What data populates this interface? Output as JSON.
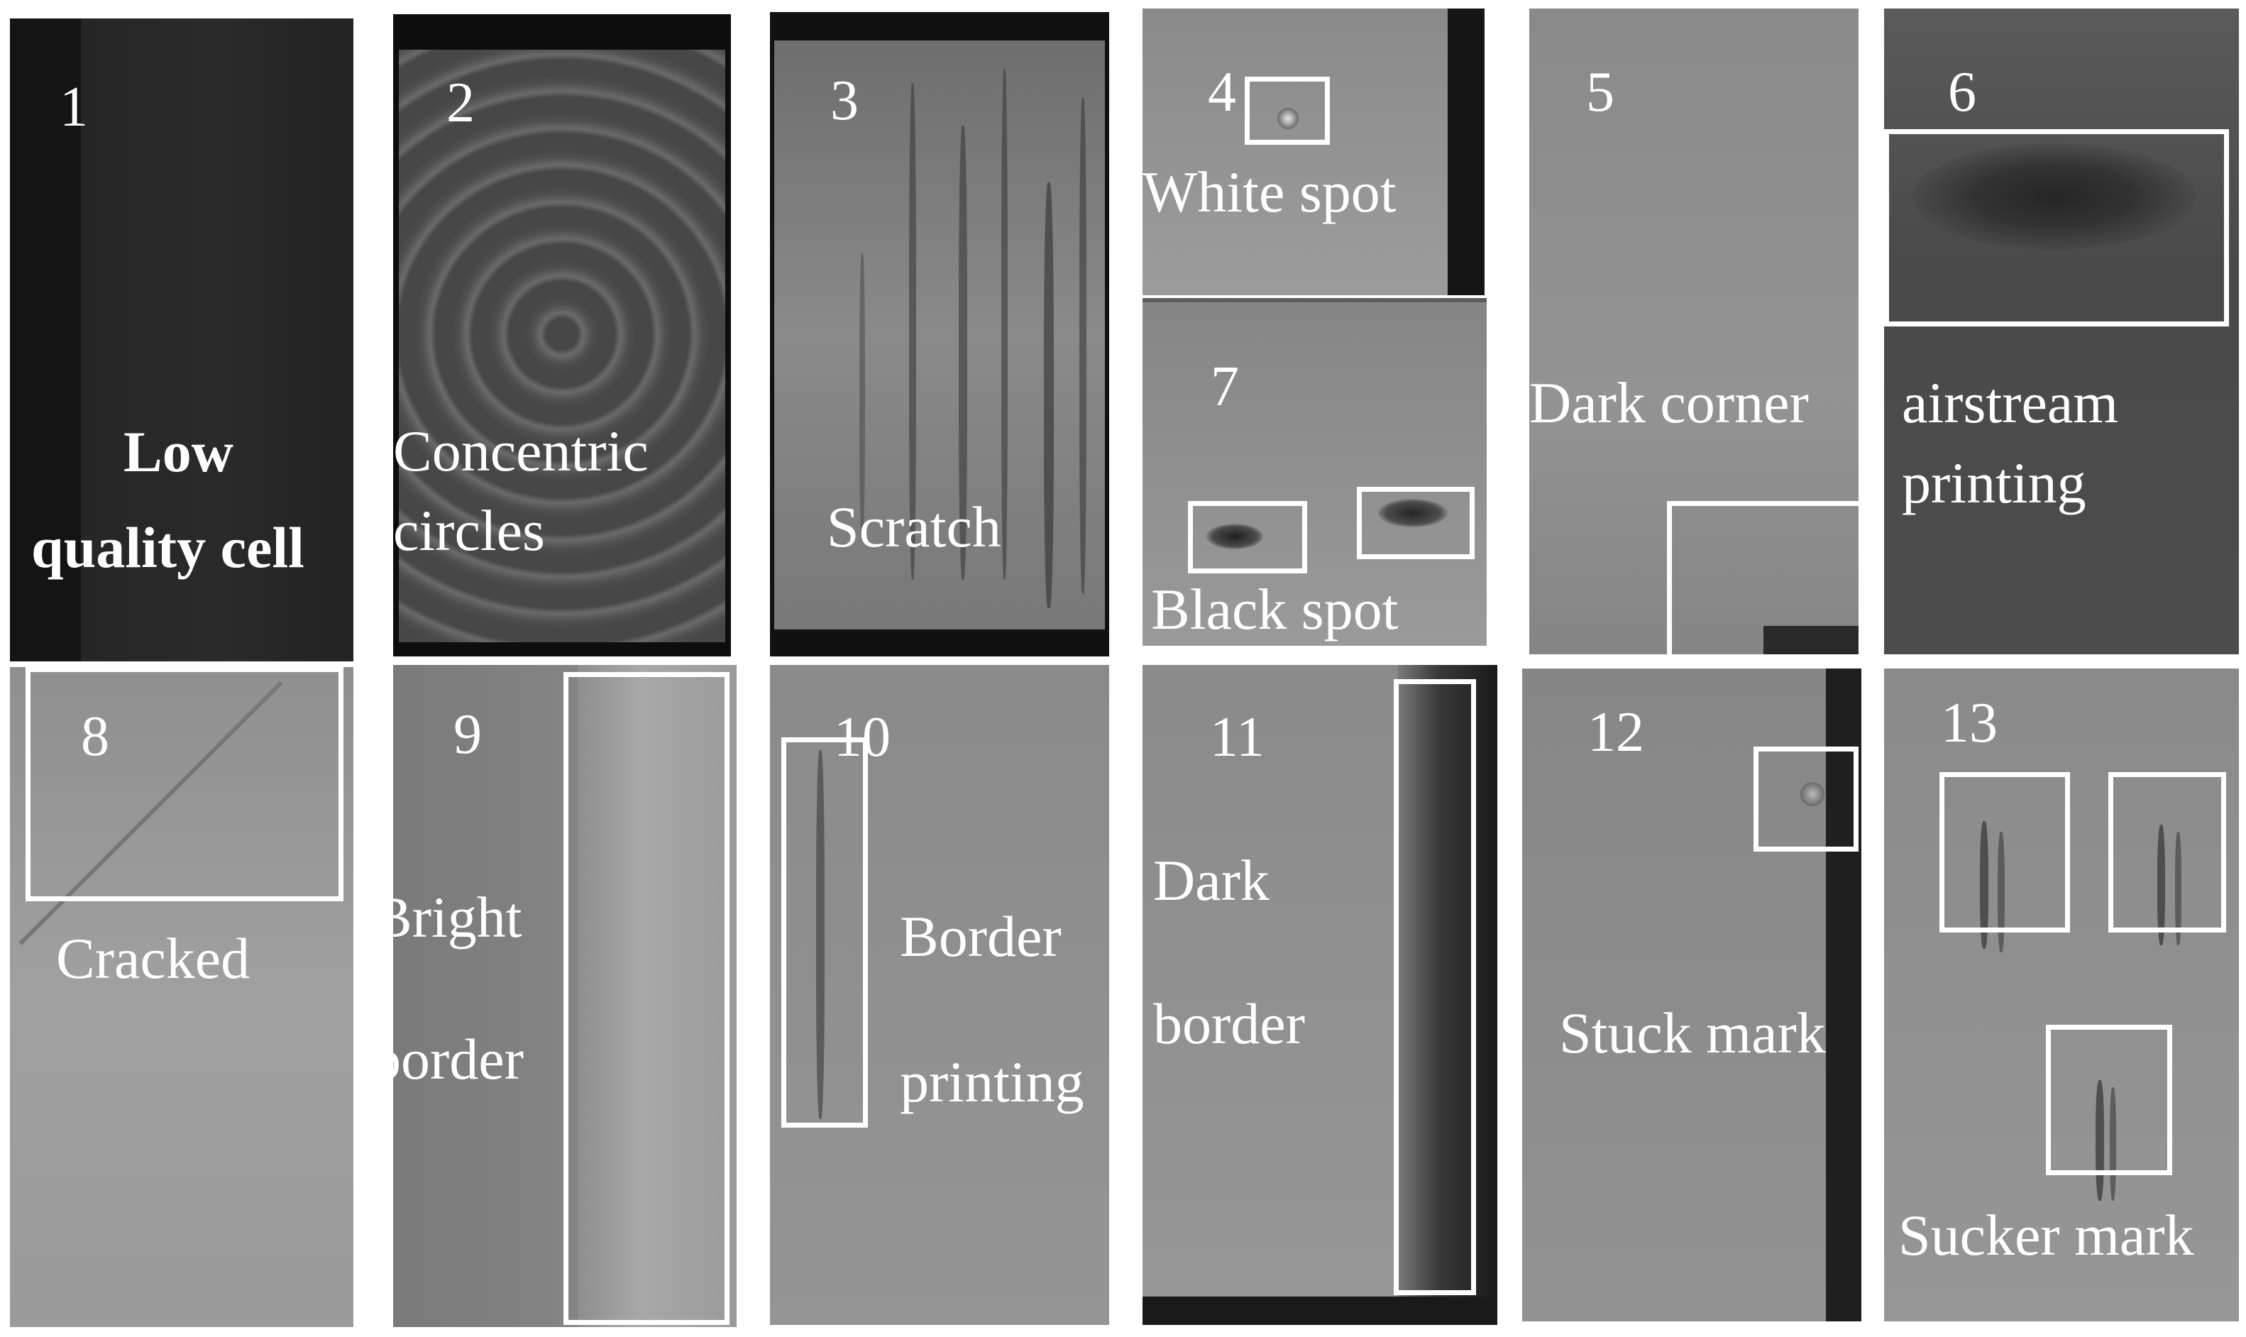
{
  "panels": [
    {
      "number": "1",
      "label_lines": [
        "Low",
        "quality cell"
      ]
    },
    {
      "number": "2",
      "label_lines": [
        "Concentric",
        "circles"
      ]
    },
    {
      "number": "3",
      "label_lines": [
        "Scratch"
      ]
    },
    {
      "number": "4",
      "label_lines": [
        "White spot"
      ]
    },
    {
      "number": "5",
      "label_lines": [
        "Dark corner"
      ]
    },
    {
      "number": "6",
      "label_lines": [
        "airstream",
        "printing"
      ]
    },
    {
      "number": "7",
      "label_lines": [
        "Black spot"
      ]
    },
    {
      "number": "8",
      "label_lines": [
        "Cracked"
      ]
    },
    {
      "number": "9",
      "label_lines": [
        "Bright",
        "border"
      ]
    },
    {
      "number": "10",
      "label_lines": [
        "Border",
        "printing"
      ]
    },
    {
      "number": "11",
      "label_lines": [
        "Dark",
        "border"
      ]
    },
    {
      "number": "12",
      "label_lines": [
        "Stuck mark"
      ]
    },
    {
      "number": "13",
      "label_lines": [
        "Sucker mark"
      ]
    }
  ],
  "colors": {
    "label": "#ffffff",
    "box": "#ffffff"
  }
}
